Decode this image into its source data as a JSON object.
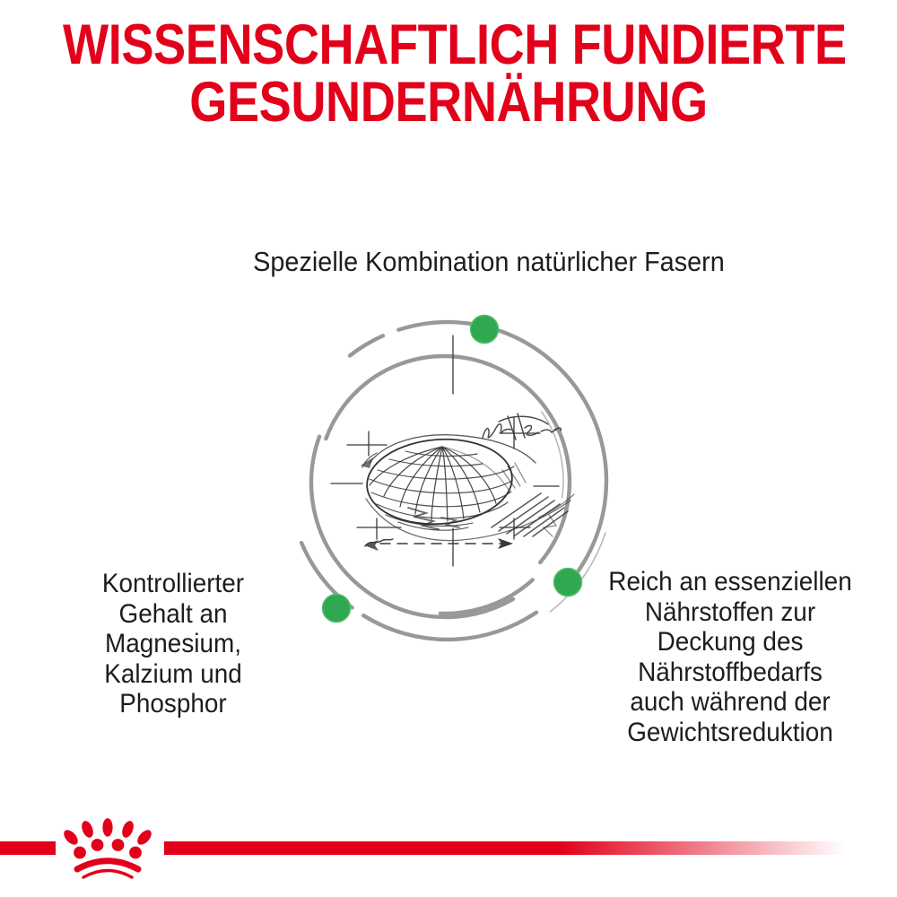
{
  "colors": {
    "brand_red": "#e2001a",
    "accent_green": "#2fa84f",
    "text_dark": "#1d1d1d",
    "sketch_grey": "#8a8a8a"
  },
  "title": {
    "line1": "WISSENSCHAFTLICH FUNDIERTE",
    "line2": "GESUNDERNÄHRUNG"
  },
  "subtitle": "Spezielle Kombination natürlicher Fasern",
  "callout_left": {
    "lines": [
      "Kontrollierter",
      "Gehalt an",
      "Magnesium,",
      "Kalzium und",
      "Phosphor"
    ]
  },
  "callout_right": {
    "lines": [
      "Reich an essenziellen",
      "Nährstoffen zur",
      "Deckung des",
      "Nährstoffbedarfs",
      "auch während der",
      "Gewichtsreduktion"
    ]
  },
  "diagram": {
    "illustration": "kibble-pencil-sketch",
    "markers": [
      "green-dot-top",
      "green-dot-bottom-left",
      "green-dot-right"
    ]
  },
  "footer": {
    "logo": "royal-canin-crown"
  }
}
